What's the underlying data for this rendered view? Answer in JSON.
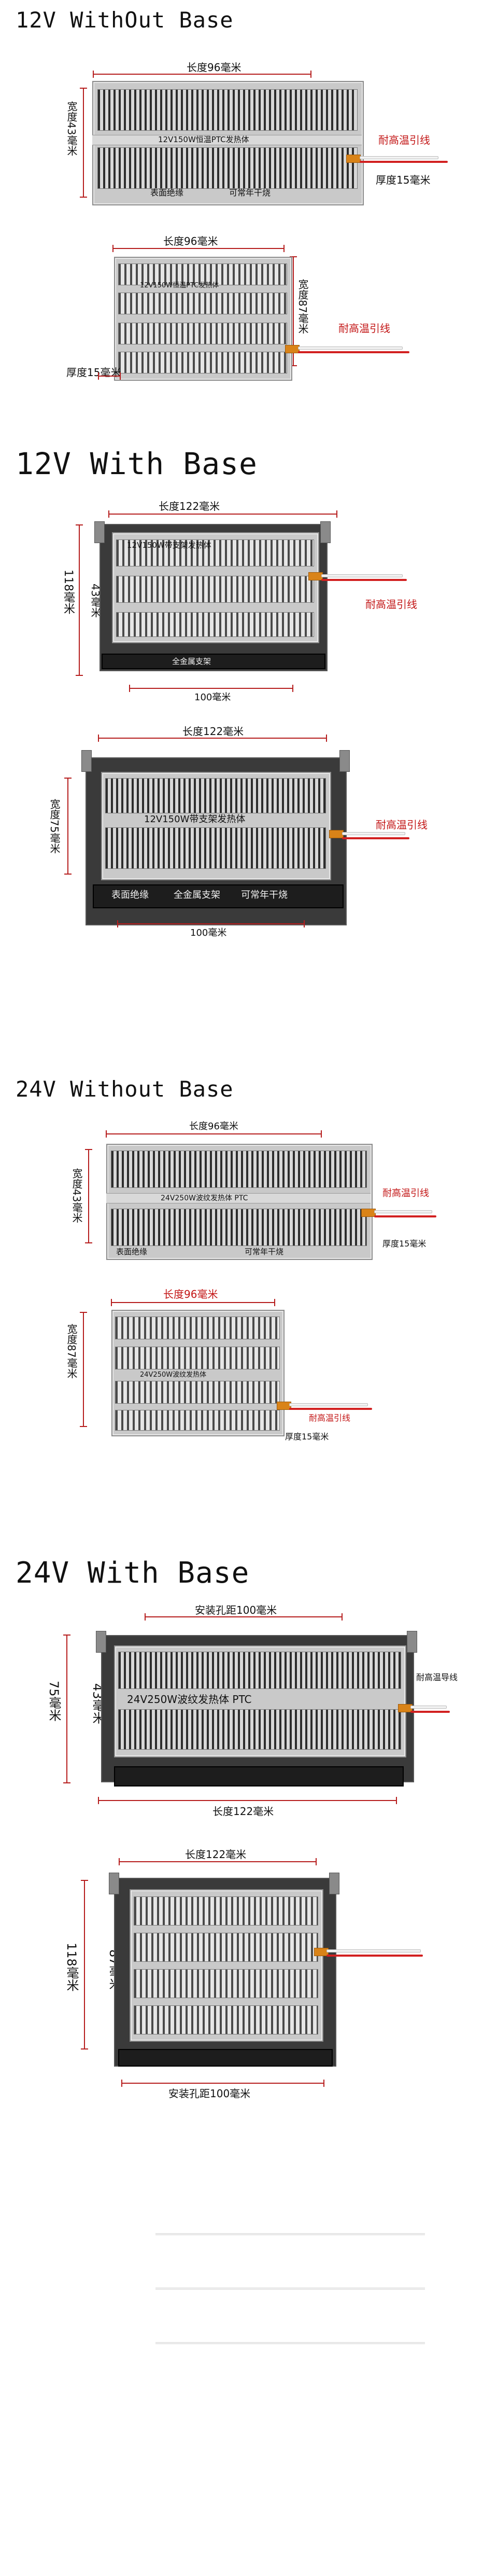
{
  "sections": [
    {
      "title": "12V WithOut Base",
      "products": [
        {
          "length_label": "长度96毫米",
          "width_label": "宽度43毫米",
          "model_label": "12V150W恒温PTC发热体",
          "wire_label": "耐高温引线",
          "thickness_label": "厚度15毫米",
          "insulation_label": "表面绝缘",
          "dry_burn_label": "可常年干烧"
        },
        {
          "length_label": "长度96毫米",
          "width_label": "宽度87毫米",
          "model_label": "12V150W恒温PTC发热体",
          "wire_label": "耐高温引线",
          "thickness_label": "厚度15毫米"
        }
      ]
    },
    {
      "title": "12V With Base",
      "products": [
        {
          "length_label": "长度122毫米",
          "height_label": "118毫米",
          "width_label": "43毫米",
          "model_label": "12V150W带支架发热体",
          "wire_label": "耐高温引线",
          "bracket_label": "全金属支架",
          "bottom_label": "100毫米"
        },
        {
          "length_label": "长度122毫米",
          "width_label": "宽度75毫米",
          "model_label": "12V150W带支架发热体",
          "wire_label": "耐高温引线",
          "insulation_label": "表面绝缘",
          "bracket_label": "全金属支架",
          "dry_burn_label": "可常年干烧",
          "bottom_label": "100毫米"
        }
      ]
    },
    {
      "title": "24V Without Base",
      "products": [
        {
          "length_label": "长度96毫米",
          "width_label": "宽度43毫米",
          "model_label": "24V250W波纹发热体 PTC",
          "wire_label": "耐高温引线",
          "thickness_label": "厚度15毫米",
          "insulation_label": "表面绝缘",
          "dry_burn_label": "可常年干烧"
        },
        {
          "length_label": "长度96毫米",
          "width_label": "宽度87毫米",
          "model_label": "24V250W波纹发热体",
          "wire_label": "耐高温引线",
          "thickness_label": "厚度15毫米"
        }
      ]
    },
    {
      "title": "24V With Base",
      "products": [
        {
          "top_label": "安装孔距100毫米",
          "height_label": "75毫米",
          "width_label": "43毫米",
          "model_label": "24V250W波纹发热体 PTC",
          "wire_label": "耐高温导线",
          "bottom_label": "长度122毫米"
        },
        {
          "length_label": "长度122毫米",
          "height_label": "118毫米",
          "width_label": "87毫米",
          "bottom_label": "安装孔距100毫米"
        }
      ]
    }
  ],
  "colors": {
    "text": "#111111",
    "red_dimension": "#b61d1d",
    "wire_red": "#d22020",
    "connector_orange": "#d98318",
    "metal_dark": "#1d1d1d",
    "metal_light": "#c9c9c9"
  }
}
